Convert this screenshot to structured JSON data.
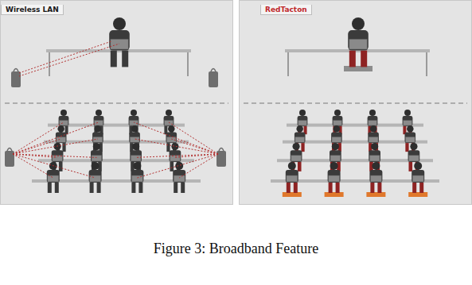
{
  "diagram": {
    "caption": "Figure 3: Broadband Feature",
    "nodes": [
      {
        "text": [
          "Wireless LAN"
        ]
      },
      {
        "text": [
          "RedTacton"
        ]
      }
    ]
  }
}
